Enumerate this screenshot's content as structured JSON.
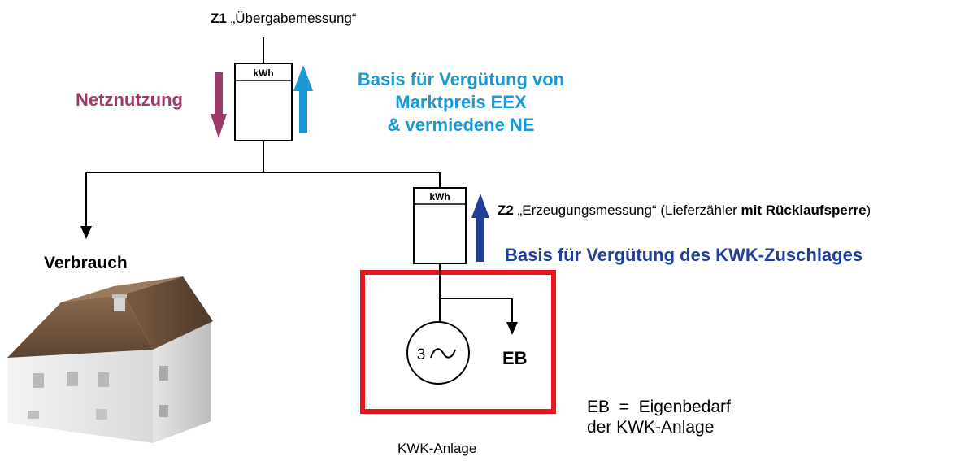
{
  "z1": {
    "id": "Z1",
    "desc": "„Übergabemessung“"
  },
  "meter_unit": "kWh",
  "netznutzung": "Netznutzung",
  "basis_eex": {
    "line1": "Basis für Vergütung von",
    "line2": "Marktpreis EEX",
    "line3": "& vermiedene NE"
  },
  "z2": {
    "id": "Z2",
    "desc": "„Erzeugungsmessung“ (Lieferzähler ",
    "emph": "mit Rücklaufsperre",
    "close": ")"
  },
  "basis_kwk": "Basis für Vergütung des KWK-Zuschlages",
  "verbrauch": "Verbrauch",
  "generator_label": "3",
  "eb": "EB",
  "kwk_anlage": "KWK-Anlage",
  "definition": {
    "line1": "EB  =  Eigenbedarf",
    "line2": "der KWK-Anlage"
  },
  "colors": {
    "netznutzung": "#9b3a6b",
    "basis_eex": "#1a98d5",
    "basis_kwk": "#1f3f99",
    "kwk_frame": "#e8161c"
  }
}
